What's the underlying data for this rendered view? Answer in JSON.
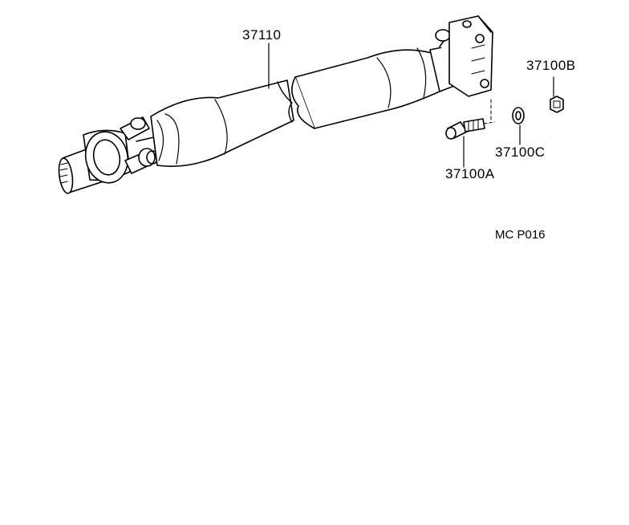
{
  "diagram": {
    "parts": [
      {
        "id": "shaft",
        "label": "37110",
        "description_icon": "propeller-shaft-icon"
      },
      {
        "id": "nut",
        "label": "37100B",
        "description_icon": "hex-nut-icon"
      },
      {
        "id": "washer",
        "label": "37100C",
        "description_icon": "washer-icon"
      },
      {
        "id": "bolt",
        "label": "37100A",
        "description_icon": "bolt-icon"
      }
    ],
    "figure_code": "MC P016"
  }
}
